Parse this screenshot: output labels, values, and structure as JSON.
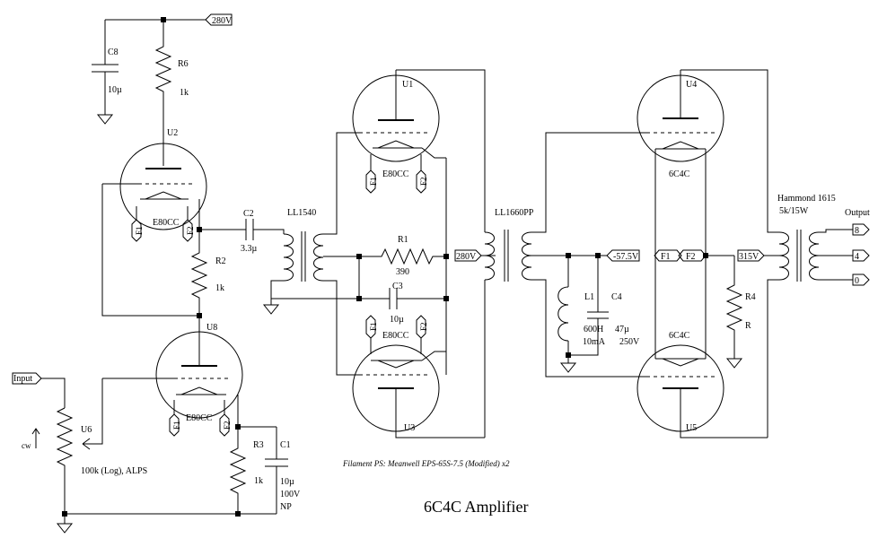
{
  "title": "6C4C Amplifier",
  "note": "Filament PS: Meanwell EPS-65S-7.5 (Modified) x2",
  "rails": {
    "b1": "280V",
    "b2": "280V",
    "b3": "315V",
    "bias": "-57.5V"
  },
  "ports": {
    "input": "Input",
    "output": "Output",
    "out8": "8",
    "out4": "4",
    "out0": "0",
    "ccw": "cw"
  },
  "u2": {
    "ref": "U2",
    "type": "E80CC",
    "f1": "F1",
    "f2": "F2"
  },
  "u8": {
    "ref": "U8",
    "type": "E80CC",
    "f1": "F1",
    "f2": "F2"
  },
  "u1": {
    "ref": "U1",
    "type": "E80CC",
    "f1": "F1",
    "f2": "F2"
  },
  "u3": {
    "ref": "U3",
    "type": "E80CC",
    "f1": "F1",
    "f2": "F2"
  },
  "u4": {
    "ref": "U4",
    "type": "6C4C"
  },
  "u5": {
    "ref": "U5",
    "type": "6C4C"
  },
  "fil": {
    "f1": "F1",
    "f2": "F2"
  },
  "c8": {
    "ref": "C8",
    "value": "10µ"
  },
  "r6": {
    "ref": "R6",
    "value": "1k"
  },
  "c2": {
    "ref": "C2",
    "value": "3.3µ"
  },
  "r2": {
    "ref": "R2",
    "value": "1k"
  },
  "u6": {
    "ref": "U6",
    "value": "100k (Log), ALPS"
  },
  "r3": {
    "ref": "R3",
    "value": "1k"
  },
  "c1": {
    "ref": "C1",
    "v1": "10µ",
    "v2": "100V",
    "v3": "NP"
  },
  "t1": {
    "ref": "LL1540"
  },
  "r1": {
    "ref": "R1",
    "value": "390"
  },
  "c3": {
    "ref": "C3",
    "value": "10µ"
  },
  "t2": {
    "ref": "LL1660PP"
  },
  "l1": {
    "ref": "L1",
    "v1": "600H",
    "v2": "10mA"
  },
  "c4": {
    "ref": "C4",
    "v1": "47µ",
    "v2": "250V"
  },
  "r4": {
    "ref": "R4",
    "value": "R"
  },
  "t3": {
    "ref": "Hammond 1615",
    "value": "5k/15W"
  }
}
